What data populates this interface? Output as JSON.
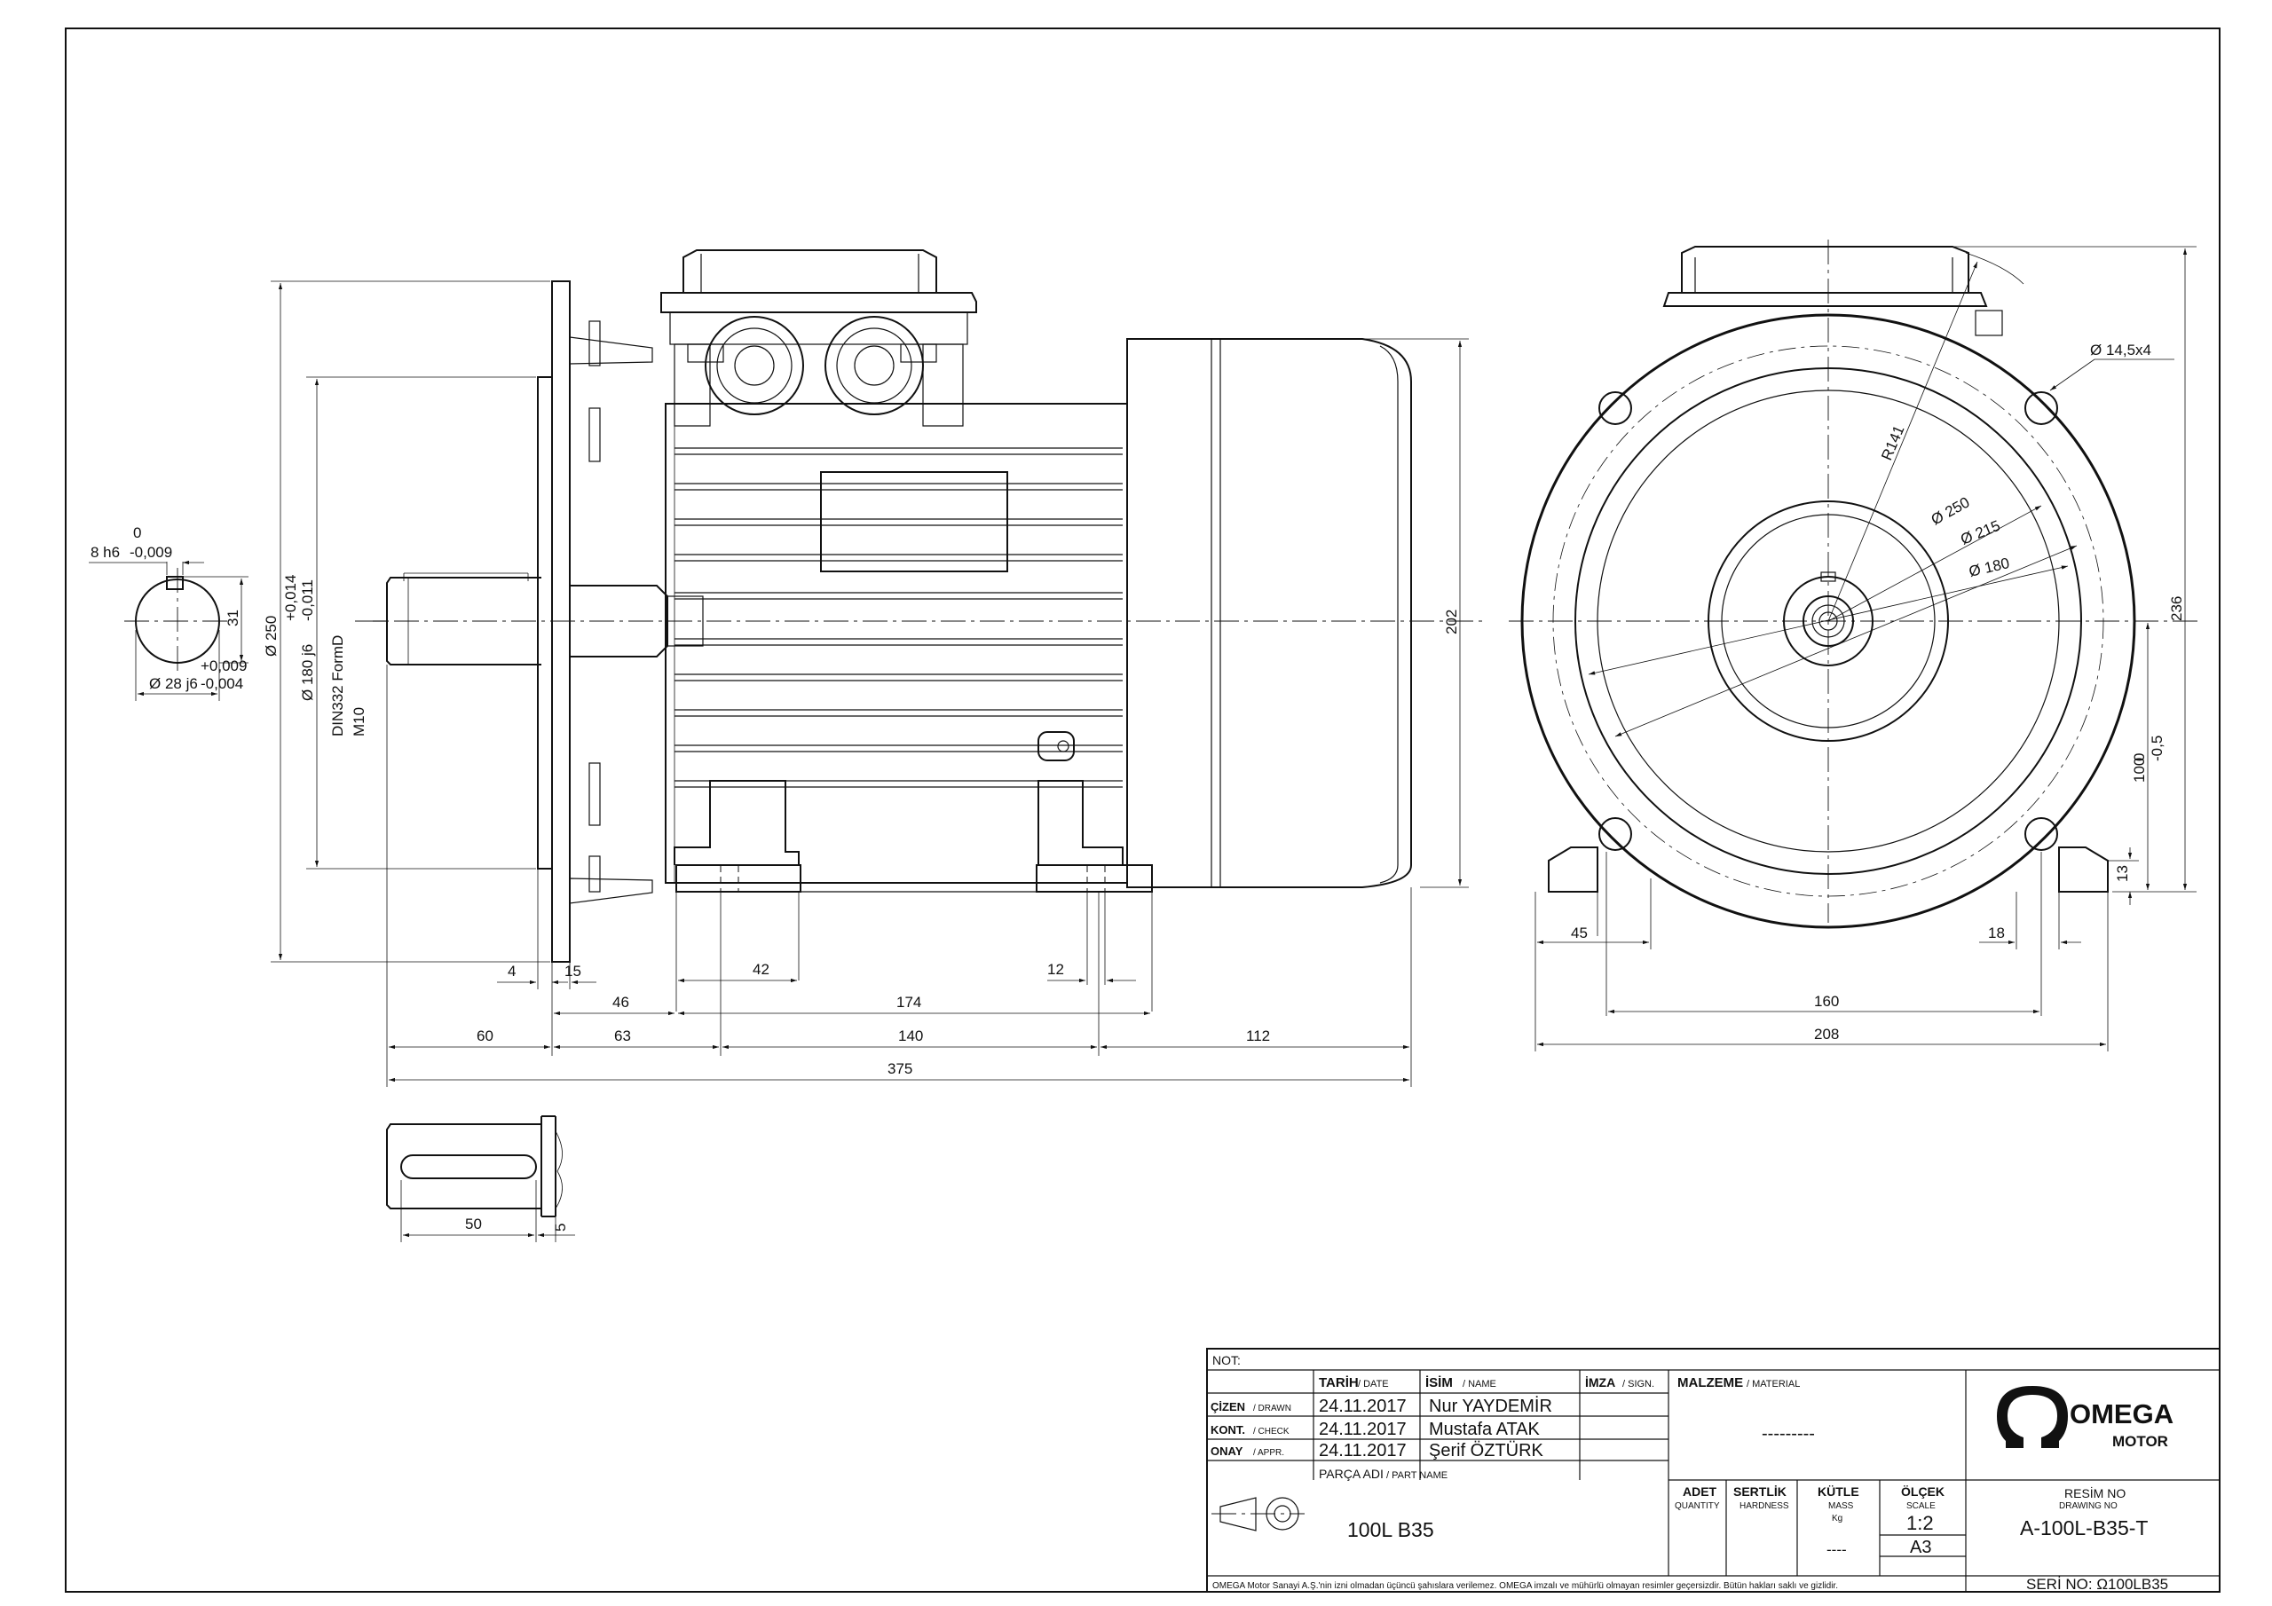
{
  "dimensions": {
    "key_width": "8 h6",
    "key_tol_upper": "0",
    "key_tol_lower": "-0,009",
    "key_height": "31",
    "shaft_dia": "Ø 28 j6",
    "shaft_tol_upper": "+0,009",
    "shaft_tol_lower": "-0,004",
    "flange_dia": "Ø 250",
    "spigot_dia": "Ø 180 j6",
    "spigot_tol_upper": "+0,014",
    "spigot_tol_lower": "-0,011",
    "center_hole": "DIN332 FormD",
    "thread": "M10",
    "d4": "4",
    "d15": "15",
    "d42": "42",
    "d12": "12",
    "d46": "46",
    "d174": "174",
    "d60": "60",
    "d63": "63",
    "d140": "140",
    "d112": "112",
    "d375": "375",
    "d202": "202",
    "key_len": "50",
    "key_off": "5",
    "hole_spec": "Ø 14,5x4",
    "r141": "R141",
    "pcd250": "Ø 250",
    "pcd215": "Ø 215",
    "pcd180": "Ø 180",
    "d236": "236",
    "shaft_height": "100",
    "shaft_height_tol_upper": "0",
    "shaft_height_tol_lower": "-0,5",
    "d13": "13",
    "d45": "45",
    "d18": "18",
    "d160": "160",
    "d208": "208"
  },
  "title_block": {
    "not_label": "NOT:",
    "date_label": "TARİH",
    "date_label_en": "/ DATE",
    "name_label": "İSİM",
    "name_label_en": "/ NAME",
    "sign_label": "İMZA",
    "sign_label_en": "/ SIGN.",
    "material_label": "MALZEME",
    "material_label_en": "/ MATERIAL",
    "material_value": "---------",
    "rows": [
      {
        "role": "ÇİZEN",
        "role_en": "/ DRAWN",
        "date": "24.11.2017",
        "name": "Nur YAYDEMİR"
      },
      {
        "role": "KONT.",
        "role_en": "/ CHECK",
        "date": "24.11.2017",
        "name": "Mustafa ATAK"
      },
      {
        "role": "ONAY",
        "role_en": "/ APPR.",
        "date": "24.11.2017",
        "name": "Şerif ÖZTÜRK"
      }
    ],
    "part_name_label": "PARÇA ADI",
    "part_name_label_en": "/ PART NAME",
    "part_name": "100L B35",
    "qty_label": "ADET",
    "qty_label_en": "QUANTITY",
    "hardness_label": "SERTLİK",
    "hardness_label_en": "HARDNESS",
    "mass_label": "KÜTLE",
    "mass_label_en": "MASS",
    "mass_unit": "Kg",
    "mass_value": "----",
    "scale_label": "ÖLÇEK",
    "scale_label_en": "SCALE",
    "scale_value": "1:2",
    "sheet_size": "A3",
    "drawing_no_label": "RESİM NO",
    "drawing_no_label_en": "DRAWING NO",
    "drawing_no": "A-100L-B35-T",
    "serial": "SERİ NO: Ω100LB35",
    "disclaimer": "OMEGA Motor Sanayi A.Ş.'nin izni olmadan üçüncü şahıslara verilemez. OMEGA imzalı ve mühürlü olmayan resimler geçersizdir. Bütün hakları saklı ve gizlidir.",
    "logo_text": "OMEGA",
    "logo_sub": "MOTOR"
  }
}
